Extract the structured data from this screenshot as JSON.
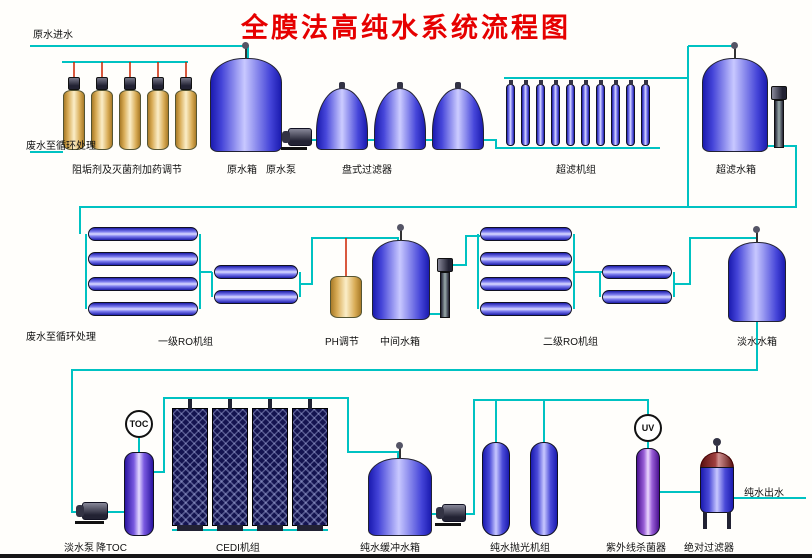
{
  "title": "全膜法高纯水系统流程图",
  "colors": {
    "pipe": "#00c2c2",
    "dosing_line": "#cc2200",
    "title": "#e60000",
    "tank_blue": "#1b1bb0",
    "chem_tan": "#d8ab55"
  },
  "labels": {
    "raw_water_inlet": "原水进水",
    "waste_recycle_1": "废水至循环处理",
    "dosing_system": "阻垢剂及灭菌剂加药调节",
    "raw_tank": "原水箱",
    "raw_pump": "原水泵",
    "disc_filter": "盘式过滤器",
    "uf_unit": "超滤机组",
    "uf_tank": "超滤水箱",
    "waste_recycle_2": "废水至循环处理",
    "ro1_unit": "一级RO机组",
    "ph_adjust": "PH调节",
    "mid_tank": "中间水箱",
    "ro2_unit": "二级RO机组",
    "fresh_tank": "淡水水箱",
    "fresh_pump": "淡水泵",
    "toc_reducer": "降TOC",
    "toc_badge": "TOC",
    "cedi_unit": "CEDI机组",
    "pure_buffer_tank": "纯水缓冲水箱",
    "polish_unit": "纯水抛光机组",
    "uv_sterilizer": "紫外线杀菌器",
    "uv_badge": "UV",
    "absolute_filter": "绝对过滤器",
    "pure_outlet": "纯水出水"
  }
}
